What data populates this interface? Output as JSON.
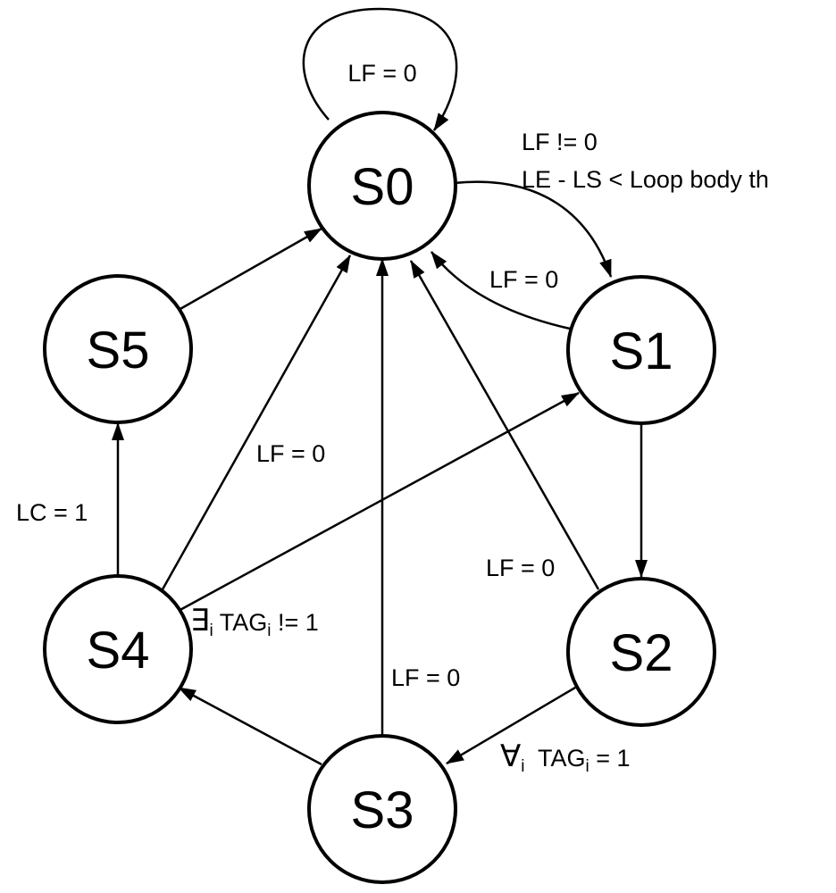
{
  "states": {
    "s0": "S0",
    "s1": "S1",
    "s2": "S2",
    "s3": "S3",
    "s4": "S4",
    "s5": "S5"
  },
  "transitions": {
    "s0_self": "LF = 0",
    "s0_s1_line1": "LF != 0",
    "s0_s1_line2": "LE - LS < Loop body th",
    "s1_s0": "LF = 0",
    "s2_s0": "LF = 0",
    "s3_s0": "LF = 0",
    "s4_s0": "LF = 0",
    "s4_s5": "LC = 1",
    "s4_s1": {
      "symbol": "∃",
      "sub1": "i",
      "text": " TAG",
      "sub2": "i",
      "tail": " != 1"
    },
    "s2_s3": {
      "symbol": "∀",
      "sub1": "i",
      "text": "  TAG",
      "sub2": "i",
      "tail": " = 1"
    }
  },
  "colors": {
    "stroke": "#000000",
    "fill": "#ffffff"
  }
}
